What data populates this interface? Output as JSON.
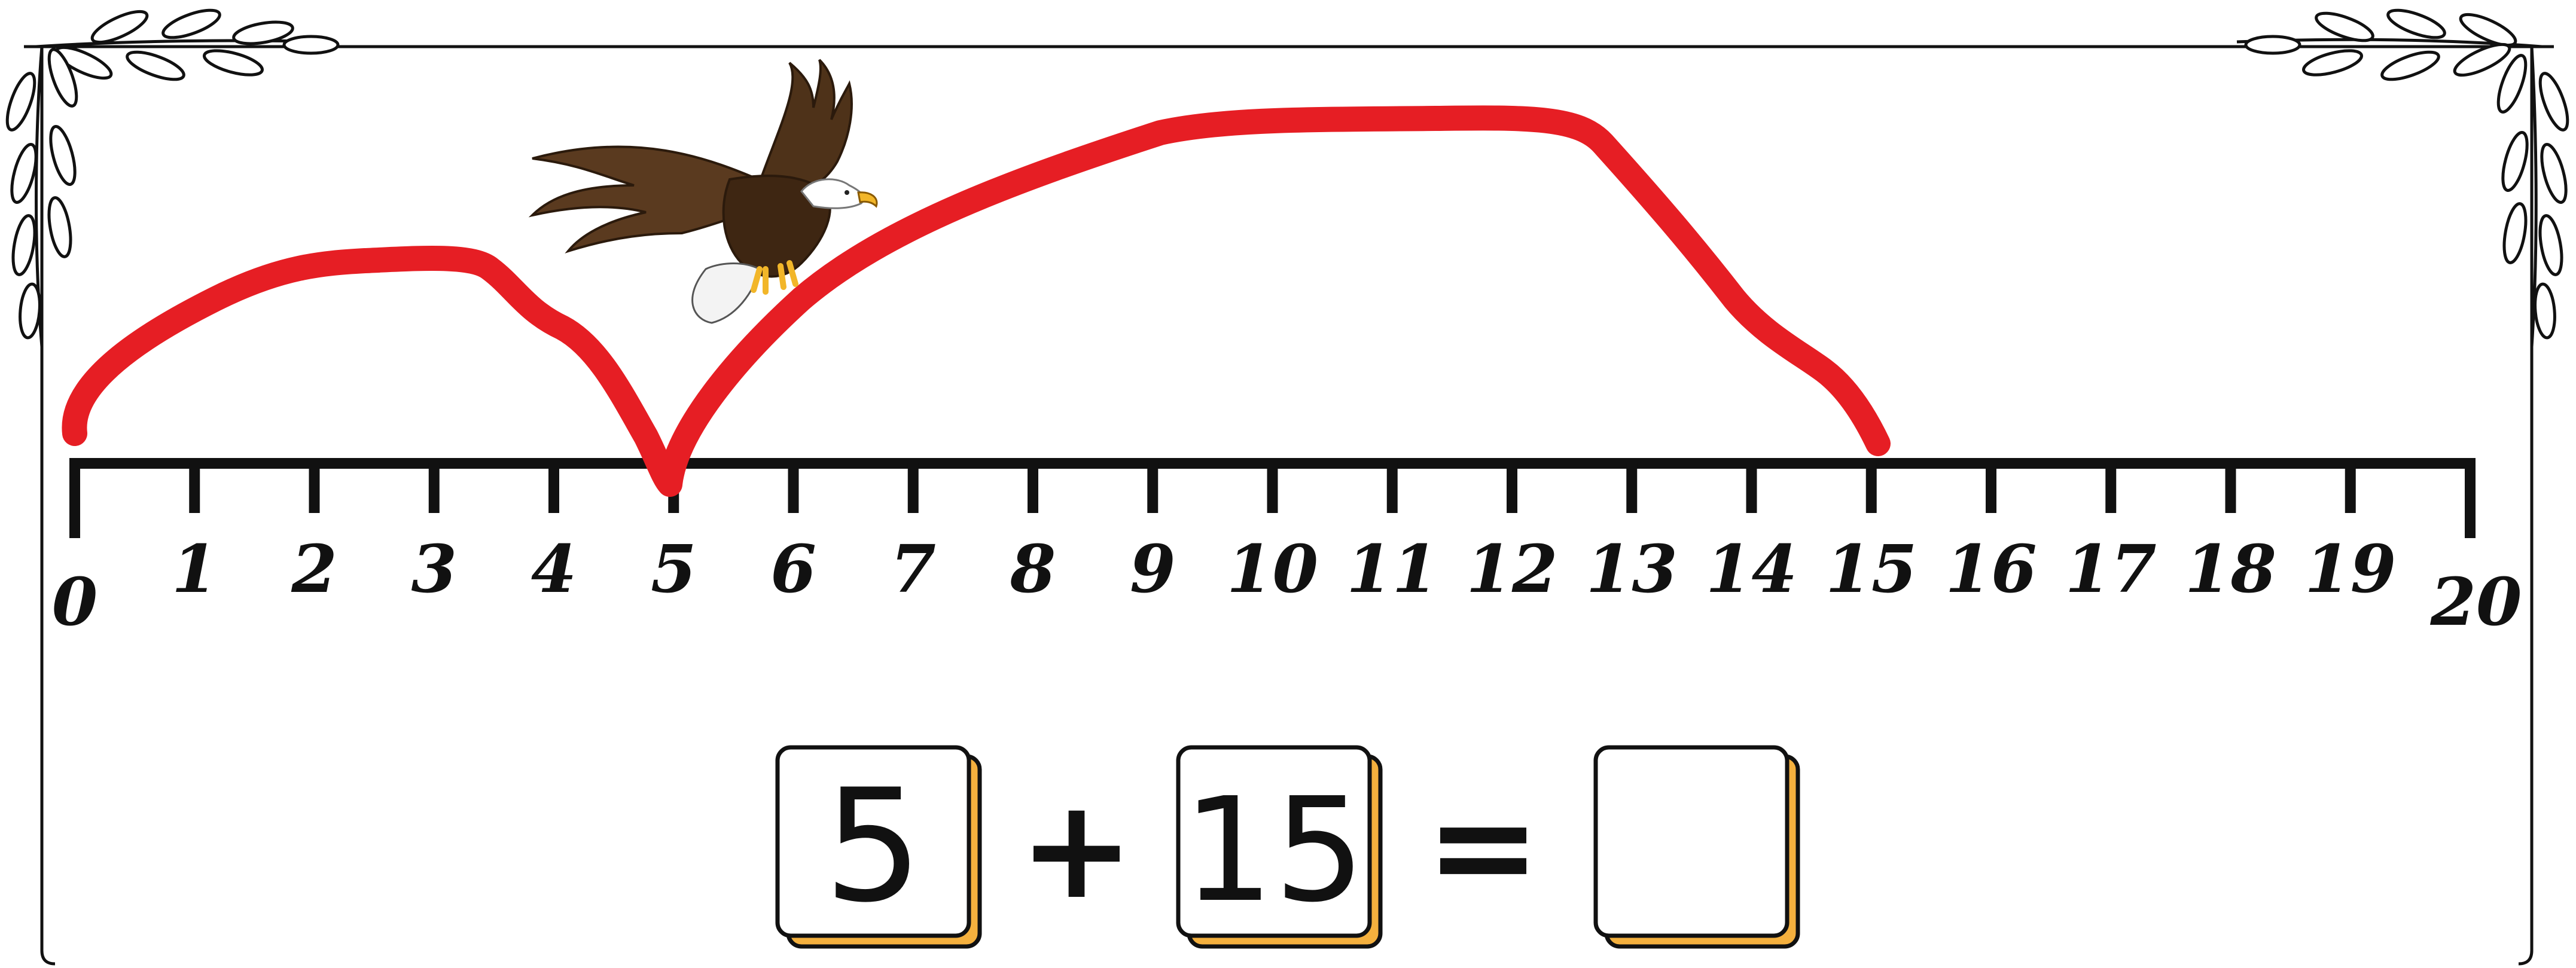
{
  "number_line": {
    "min": 0,
    "max": 20,
    "labels": [
      "0",
      "1",
      "2",
      "3",
      "4",
      "5",
      "6",
      "7",
      "8",
      "9",
      "10",
      "11",
      "12",
      "13",
      "14",
      "15",
      "16",
      "17",
      "18",
      "19",
      "20"
    ]
  },
  "jumps": [
    {
      "from": 0,
      "to": 5
    },
    {
      "from": 5,
      "to": 15
    }
  ],
  "equation": {
    "first_addend": "5",
    "operator": "+",
    "second_addend": "15",
    "equals": "=",
    "answer": ""
  },
  "colors": {
    "jump_stroke": "#e61e24",
    "box_shadow": "#f4b03e",
    "line": "#111111"
  },
  "decoration": {
    "animal": "eagle-illustration",
    "border": "leafy-vine-frame"
  }
}
